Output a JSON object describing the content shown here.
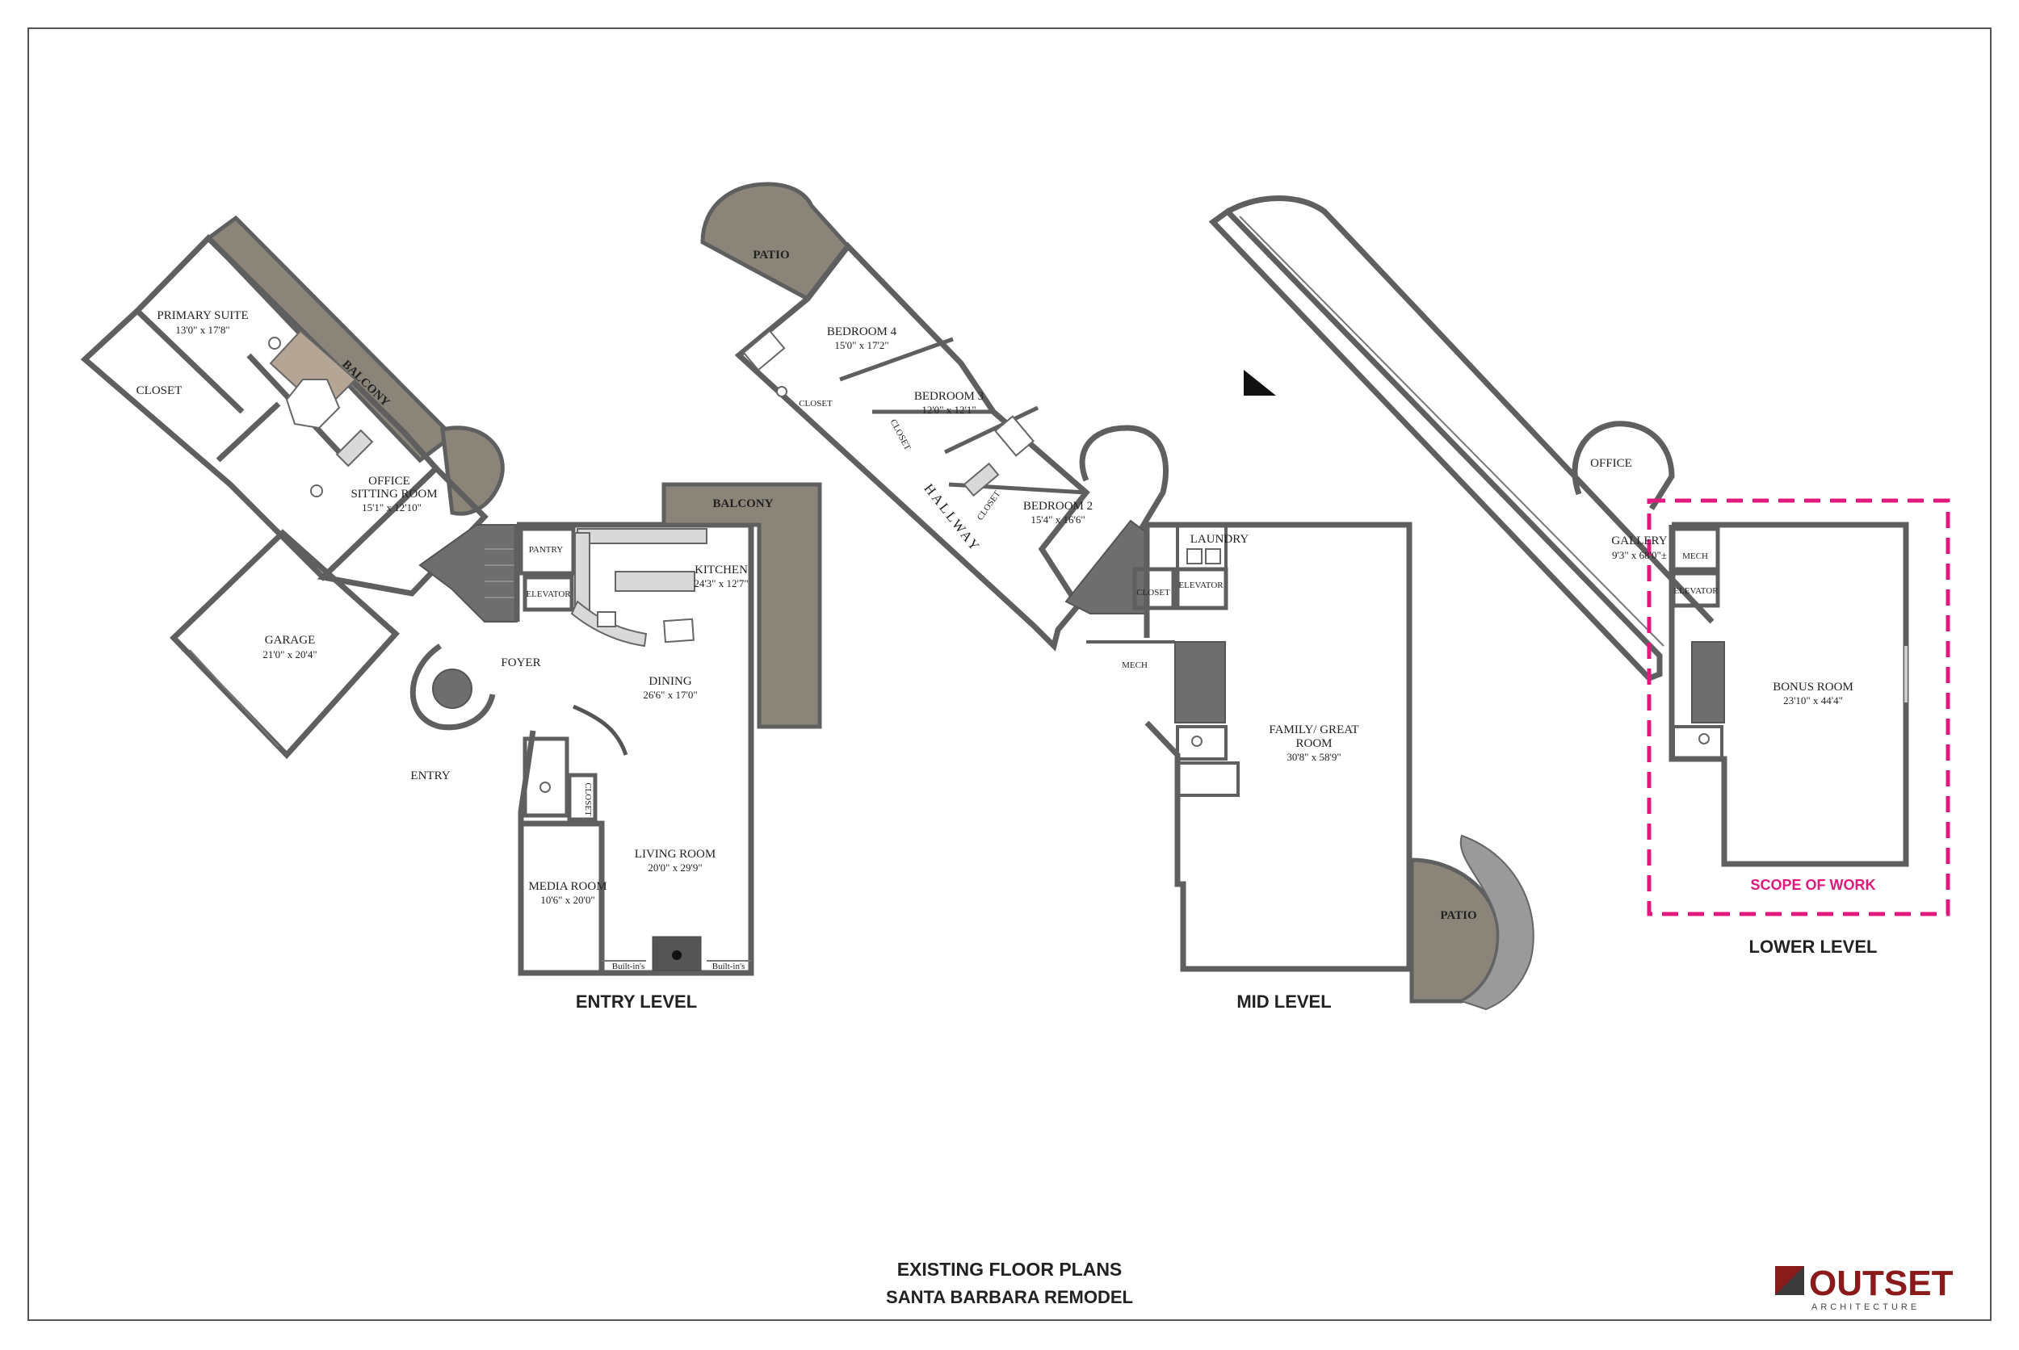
{
  "title_block": {
    "title": "EXISTING FLOOR PLANS",
    "subtitle": "SANTA BARBARA REMODEL",
    "logo_text": "OUTSET",
    "logo_subtext": "ARCHITECTURE",
    "brand_color": "#8b1a1a"
  },
  "levels": {
    "entry": "ENTRY LEVEL",
    "mid": "MID LEVEL",
    "lower": "LOWER LEVEL"
  },
  "scope": {
    "label": "SCOPE OF WORK",
    "color": "#e0197d"
  },
  "rooms": {
    "primary_suite": {
      "name": "PRIMARY SUITE",
      "dim": "13'0\" x 17'8\""
    },
    "closet_primary": {
      "name": "CLOSET"
    },
    "balcony_upper": {
      "name": "BALCONY"
    },
    "office_sitting": {
      "name1": "OFFICE",
      "name2": "SITTING ROOM",
      "dim": "15'1\" x 12'10\""
    },
    "garage": {
      "name": "GARAGE",
      "dim": "21'0\" x 20'4\""
    },
    "foyer": {
      "name": "FOYER"
    },
    "entry": {
      "name": "ENTRY"
    },
    "pantry": {
      "name": "PANTRY"
    },
    "elevator_entry": {
      "name": "ELEVATOR"
    },
    "kitchen": {
      "name": "KITCHEN",
      "dim": "24'3\" x 12'7\""
    },
    "balcony_right": {
      "name": "BALCONY"
    },
    "dining": {
      "name": "DINING",
      "dim": "26'6\" x 17'0\""
    },
    "closet_entry": {
      "name": "CLOSET"
    },
    "living": {
      "name": "LIVING ROOM",
      "dim": "20'0\" x 29'9\""
    },
    "media": {
      "name": "MEDIA ROOM",
      "dim": "10'6\" x 20'0\""
    },
    "builtins_left": {
      "name": "Built-in's"
    },
    "builtins_right": {
      "name": "Built-in's"
    },
    "patio_top": {
      "name": "PATIO"
    },
    "bedroom4": {
      "name": "BEDROOM 4",
      "dim": "15'0\" x 17'2\""
    },
    "closet_b4": {
      "name": "CLOSET"
    },
    "bedroom3": {
      "name": "BEDROOM 3",
      "dim": "12'0\" x 12'1\""
    },
    "closet_b3": {
      "name": "CLOSET"
    },
    "hallway": {
      "name": "HALLWAY"
    },
    "closet_hall": {
      "name": "CLOSET"
    },
    "bedroom2": {
      "name": "BEDROOM 2",
      "dim": "15'4\" x 16'6\""
    },
    "laundry": {
      "name": "LAUNDRY"
    },
    "closet_mid": {
      "name": "CLOSET"
    },
    "elevator_mid": {
      "name": "ELEVATOR"
    },
    "mech_mid": {
      "name": "MECH"
    },
    "family": {
      "name1": "FAMILY/ GREAT",
      "name2": "ROOM",
      "dim": "30'8\" x 58'9\""
    },
    "patio_mid": {
      "name": "PATIO"
    },
    "office_lower": {
      "name": "OFFICE"
    },
    "gallery": {
      "name": "GALLERY",
      "dim": "9'3\" x 68'0\"±"
    },
    "mech_lower": {
      "name": "MECH"
    },
    "elevator_lower": {
      "name": "ELEVATOR"
    },
    "bonus": {
      "name": "BONUS ROOM",
      "dim": "23'10\" x 44'4\""
    }
  }
}
